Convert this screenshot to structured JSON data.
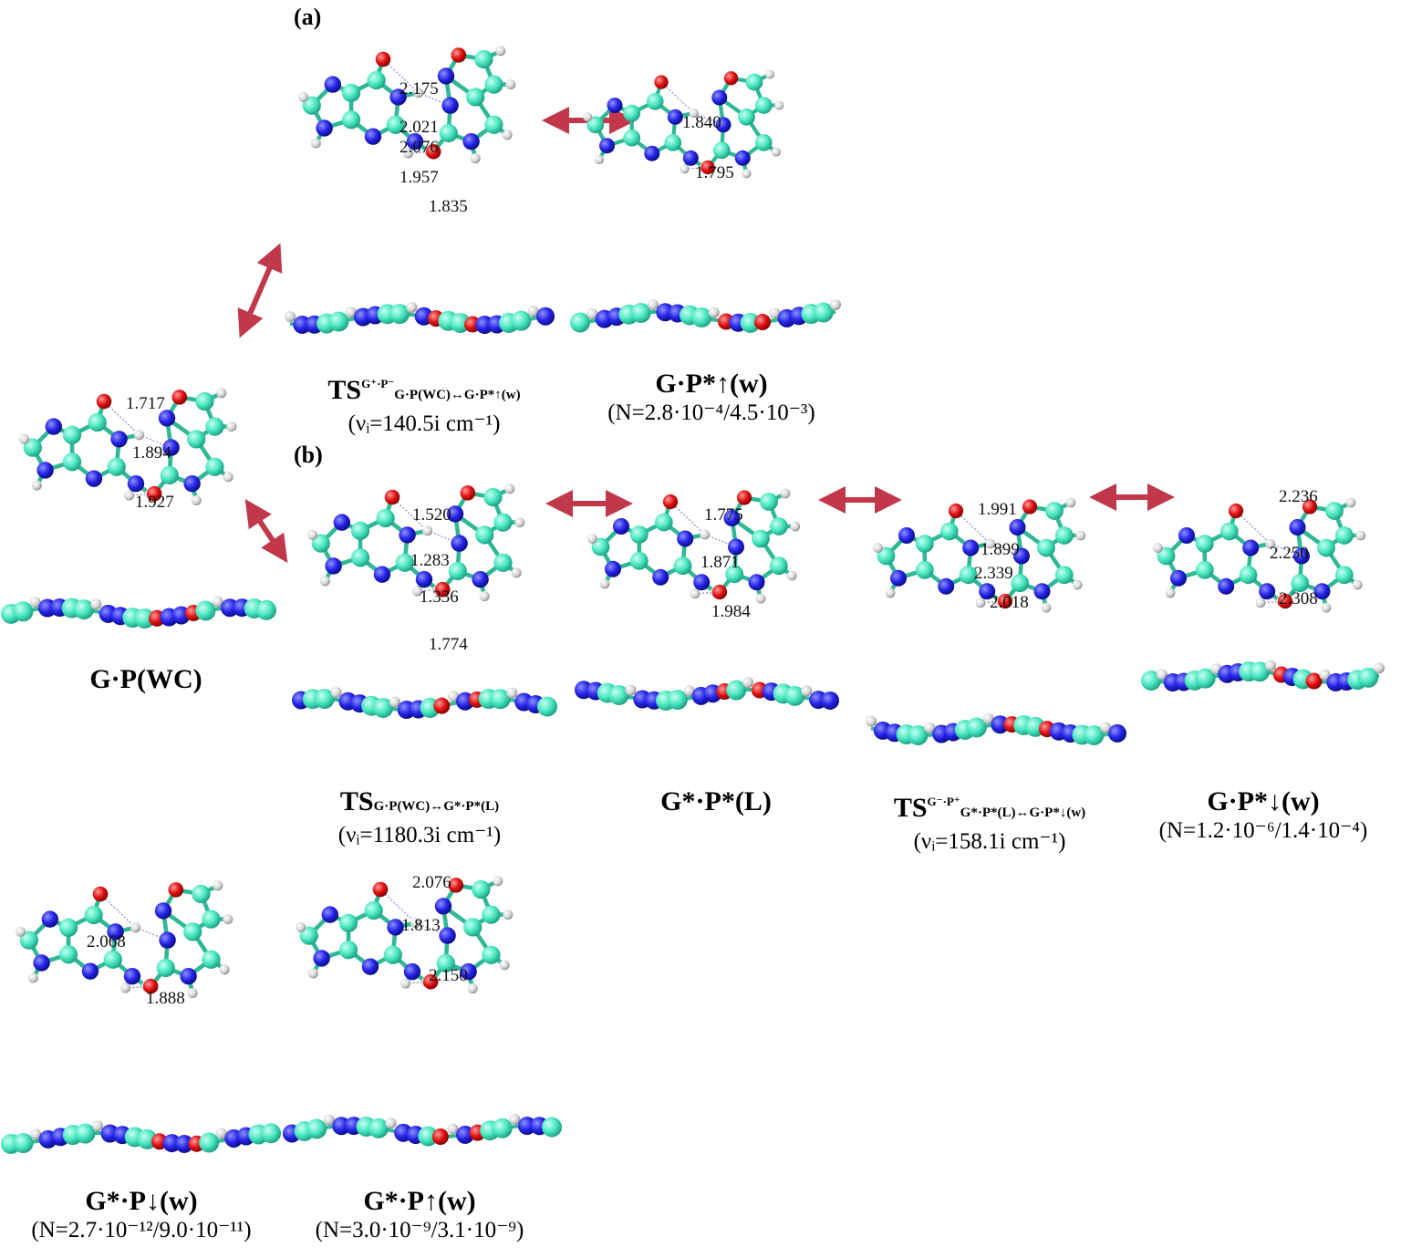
{
  "panels": {
    "a": "(a)",
    "b": "(b)"
  },
  "colors": {
    "carbon": "#48e6c0",
    "nitrogen": "#1f1fe0",
    "oxygen": "#e01010",
    "hydrogen": "#d6d6d6",
    "arrow": "#c0384a",
    "hbond": "#8a8ad8"
  },
  "structures": {
    "gp_wc": {
      "name": "G·P(WC)",
      "value": "",
      "distances": [
        "1.717",
        "1.894",
        "1.927"
      ]
    },
    "ts_a": {
      "name": "TS",
      "sup": "G⁺·P⁻",
      "sub": "G·P(WC)↔G·P*↑(w)",
      "value": "(νᵢ=140.5i cm⁻¹)",
      "distances": [
        "2.175",
        "2.021",
        "2.076",
        "1.957",
        "1.835"
      ]
    },
    "gp_up_w": {
      "name": "G·P*↑(w)",
      "value": "(N=2.8·10⁻⁴/4.5·10⁻³)",
      "distances": [
        "1.840",
        "1.795"
      ]
    },
    "ts_b1": {
      "name": "TS",
      "sub": "G·P(WC)↔G*·P*(L)",
      "value": "(νᵢ=1180.3i cm⁻¹)",
      "distances": [
        "1.520",
        "1.283",
        "1.336",
        "1.774"
      ]
    },
    "gstar_pstar_l": {
      "name": "G*·P*(L)",
      "value": "",
      "distances": [
        "1.775",
        "1.871",
        "1.984"
      ]
    },
    "ts_b2": {
      "name": "TS",
      "sup": "G⁻·P⁺",
      "sub": "G*·P*(L)↔G·P*↓(w)",
      "value": "(νᵢ=158.1i cm⁻¹)",
      "distances": [
        "1.991",
        "1.899",
        "2.339",
        "2.018"
      ]
    },
    "gp_down_w": {
      "name": "G·P*↓(w)",
      "value": "(N=1.2·10⁻⁶/1.4·10⁻⁴)",
      "distances": [
        "2.236",
        "2.250",
        "2.308"
      ]
    },
    "gstar_p_down": {
      "name": "G*·P↓(w)",
      "value": "(N=2.7·10⁻¹²/9.0·10⁻¹¹)",
      "distances": [
        "2.068",
        "1.888"
      ]
    },
    "gstar_p_up": {
      "name": "G*·P↑(w)",
      "value": "(N=3.0·10⁻⁹/3.1·10⁻⁹)",
      "distances": [
        "2.076",
        "1.813",
        "2.150"
      ]
    }
  }
}
